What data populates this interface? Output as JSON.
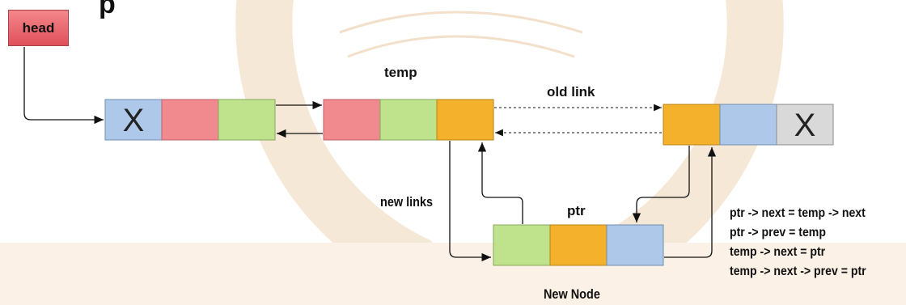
{
  "title_fragment": "p",
  "head_label": "head",
  "labels": {
    "temp": "temp",
    "old_link": "old link",
    "new_links": "new links",
    "ptr": "ptr",
    "new_node": "New Node"
  },
  "null_marker": "X",
  "code_lines": [
    "ptr -> next = temp -> next",
    "ptr -> prev = temp",
    "temp -> next = ptr",
    "temp -> next -> prev = ptr"
  ],
  "colors": {
    "prev_null": "#aec8ea",
    "red": "#f08a8e",
    "green": "#bfe38c",
    "orange": "#f3b12c",
    "blue": "#aec8ea",
    "grey": "#d9d9d9"
  }
}
